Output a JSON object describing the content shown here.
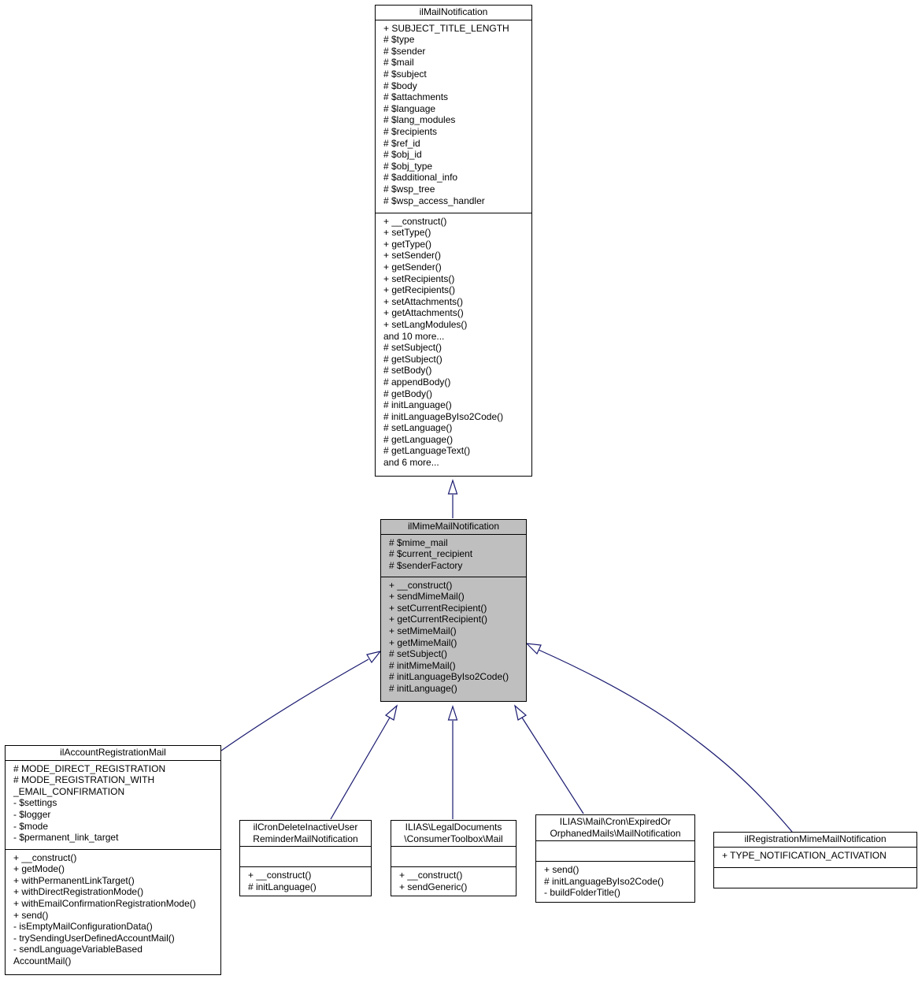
{
  "classes": {
    "mail_notification": {
      "name": "ilMailNotification",
      "attributes": [
        "+ SUBJECT_TITLE_LENGTH",
        "# $type",
        "# $sender",
        "# $mail",
        "# $subject",
        "# $body",
        "# $attachments",
        "# $language",
        "# $lang_modules",
        "# $recipients",
        "# $ref_id",
        "# $obj_id",
        "# $obj_type",
        "# $additional_info",
        "# $wsp_tree",
        "# $wsp_access_handler"
      ],
      "methods": [
        "+ __construct()",
        "+ setType()",
        "+ getType()",
        "+ setSender()",
        "+ getSender()",
        "+ setRecipients()",
        "+ getRecipients()",
        "+ setAttachments()",
        "+ getAttachments()",
        "+ setLangModules()",
        "and 10 more...",
        "# setSubject()",
        "# getSubject()",
        "# setBody()",
        "# appendBody()",
        "# getBody()",
        "# initLanguage()",
        "# initLanguageByIso2Code()",
        "# setLanguage()",
        "# getLanguage()",
        "# getLanguageText()",
        "and 6 more..."
      ]
    },
    "mime_mail_notification": {
      "name": "ilMimeMailNotification",
      "attributes": [
        "# $mime_mail",
        "# $current_recipient",
        "# $senderFactory"
      ],
      "methods": [
        "+ __construct()",
        "+ sendMimeMail()",
        "+ setCurrentRecipient()",
        "+ getCurrentRecipient()",
        "+ setMimeMail()",
        "+ getMimeMail()",
        "# setSubject()",
        "# initMimeMail()",
        "# initLanguageByIso2Code()",
        "# initLanguage()"
      ]
    },
    "account_registration_mail": {
      "name": "ilAccountRegistrationMail",
      "attributes": [
        "# MODE_DIRECT_REGISTRATION",
        "# MODE_REGISTRATION_WITH\n_EMAIL_CONFIRMATION",
        "- $settings",
        "- $logger",
        "- $mode",
        "- $permanent_link_target"
      ],
      "methods": [
        "+ __construct()",
        "+ getMode()",
        "+ withPermanentLinkTarget()",
        "+ withDirectRegistrationMode()",
        "+ withEmailConfirmationRegistrationMode()",
        "+ send()",
        "- isEmptyMailConfigurationData()",
        "- trySendingUserDefinedAccountMail()",
        "- sendLanguageVariableBased\nAccountMail()"
      ]
    },
    "cron_delete_inactive": {
      "name": "ilCronDeleteInactiveUser\nReminderMailNotification",
      "attributes": [],
      "methods": [
        "+ __construct()",
        "# initLanguage()"
      ]
    },
    "consumer_toolbox_mail": {
      "name": "ILIAS\\LegalDocuments\n\\ConsumerToolbox\\Mail",
      "attributes": [],
      "methods": [
        "+ __construct()",
        "+ sendGeneric()"
      ]
    },
    "expired_orphaned_mails": {
      "name": "ILIAS\\Mail\\Cron\\ExpiredOr\nOrphanedMails\\MailNotification",
      "attributes": [],
      "methods": [
        "+ send()",
        "# initLanguageByIso2Code()",
        "- buildFolderTitle()"
      ]
    },
    "registration_mime_mail": {
      "name": "ilRegistrationMimeMailNotification",
      "attributes": [
        "+ TYPE_NOTIFICATION_ACTIVATION"
      ],
      "methods": []
    }
  },
  "colors": {
    "edge": "#191970",
    "focus_fill": "#bfbfbf",
    "box_fill": "#ffffff"
  }
}
